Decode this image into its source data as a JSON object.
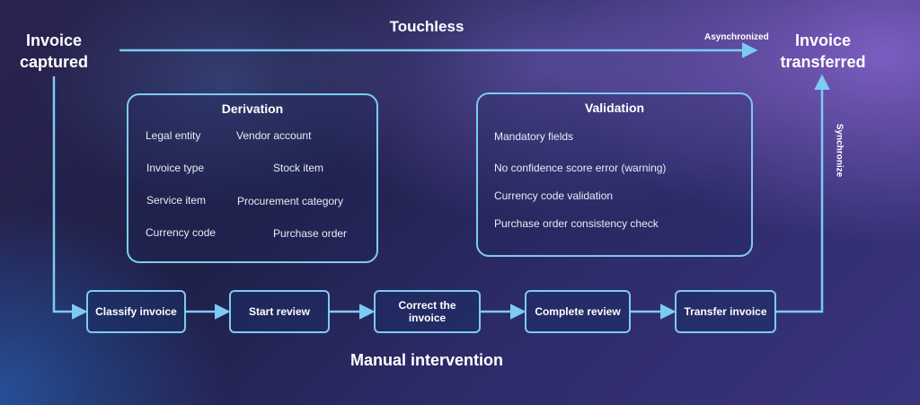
{
  "start": {
    "line1": "Invoice",
    "line2": "captured"
  },
  "end": {
    "line1": "Invoice",
    "line2": "transferred"
  },
  "touchless": "Touchless",
  "asynchronized": "Asynchronized",
  "synchronize": "Synchronize",
  "manual_intervention": "Manual intervention",
  "derivation": {
    "title": "Derivation",
    "items": [
      "Legal entity",
      "Vendor account",
      "Invoice type",
      "Stock item",
      "Service item",
      "Procurement category",
      "Currency code",
      "Purchase order"
    ]
  },
  "validation": {
    "title": "Validation",
    "items": [
      "Mandatory fields",
      "No confidence score error (warning)",
      "Currency code validation",
      "Purchase order consistency check"
    ]
  },
  "steps": [
    {
      "line1": "Classify invoice",
      "line2": ""
    },
    {
      "line1": "Start review",
      "line2": ""
    },
    {
      "line1": "Correct the",
      "line2": "invoice"
    },
    {
      "line1": "Complete review",
      "line2": ""
    },
    {
      "line1": "Transfer invoice",
      "line2": ""
    }
  ],
  "colors": {
    "accent": "#7ccbf2",
    "text": "#ffffff"
  }
}
